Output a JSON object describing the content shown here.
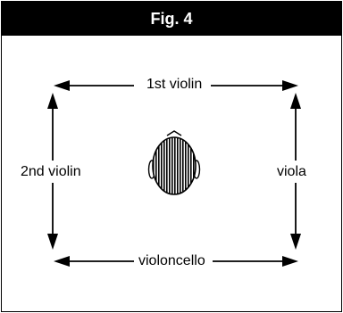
{
  "figure": {
    "title": "Fig. 4"
  },
  "labels": {
    "top": "1st violin",
    "left": "2nd violin",
    "right": "viola",
    "bottom": "violoncello"
  },
  "icons": {
    "listener": "head-top-view-icon",
    "arrows": "double-headed-arrow-icon"
  }
}
